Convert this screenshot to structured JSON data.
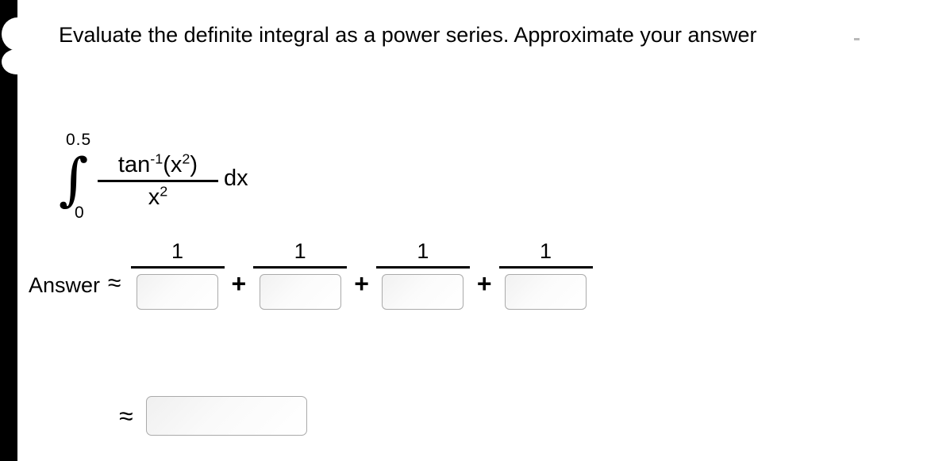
{
  "page": {
    "background_color": "#ffffff",
    "binding_strip_color": "#000000"
  },
  "prompt": {
    "text": "Evaluate the definite integral as a power series. Approximate your answer"
  },
  "integral": {
    "upper_limit": "0.5",
    "lower_limit": "0",
    "sign": "∫",
    "numerator_base": "tan",
    "numerator_exponent": "-1",
    "numerator_arg_open": "(x",
    "numerator_arg_exponent": "2",
    "numerator_arg_close": ")",
    "denominator_base": "x",
    "denominator_exponent": "2",
    "differential": "dx"
  },
  "answer": {
    "label": "Answer",
    "approx_sign": "≈",
    "terms": [
      {
        "numerator": "1",
        "denominator_value": "",
        "denominator_placeholder": ""
      },
      {
        "numerator": "1",
        "denominator_value": "",
        "denominator_placeholder": ""
      },
      {
        "numerator": "1",
        "denominator_value": "",
        "denominator_placeholder": ""
      },
      {
        "numerator": "1",
        "denominator_value": "",
        "denominator_placeholder": ""
      }
    ],
    "operators": [
      "+",
      "+",
      "+"
    ]
  },
  "final": {
    "approx_sign": "≈",
    "value": "",
    "placeholder": ""
  }
}
